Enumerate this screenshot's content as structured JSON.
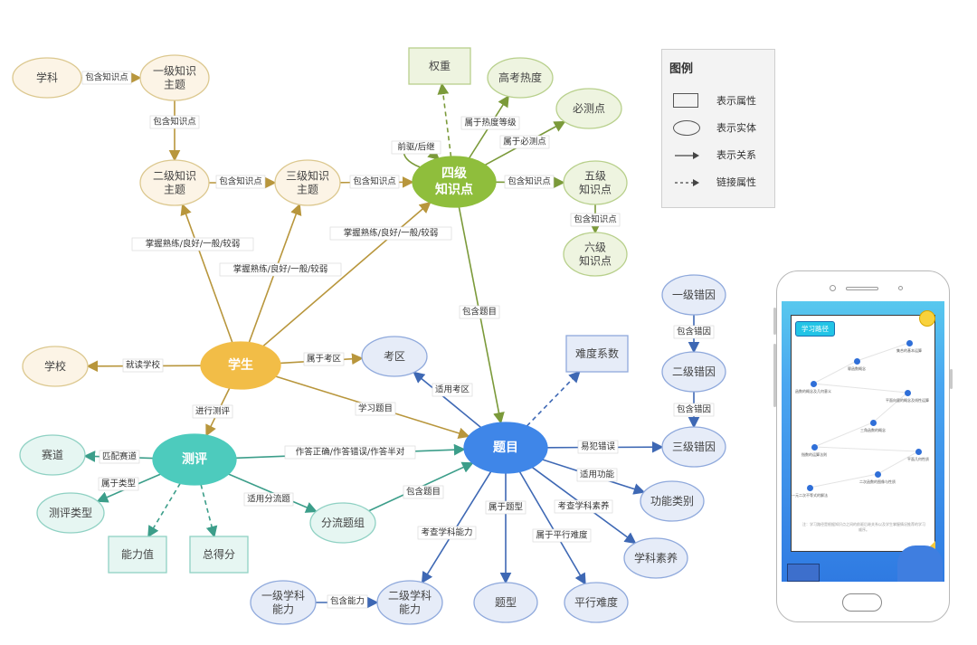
{
  "diagram": {
    "nodes": [
      {
        "id": "xueke",
        "label": [
          "学科"
        ],
        "shape": "ellipse",
        "group": "student-light"
      },
      {
        "id": "zt1",
        "label": [
          "一级知识",
          "主题"
        ],
        "shape": "ellipse",
        "group": "student-light"
      },
      {
        "id": "zt2",
        "label": [
          "二级知识",
          "主题"
        ],
        "shape": "ellipse",
        "group": "student-light"
      },
      {
        "id": "zt3",
        "label": [
          "三级知识",
          "主题"
        ],
        "shape": "ellipse",
        "group": "student-light"
      },
      {
        "id": "xuexiao",
        "label": [
          "学校"
        ],
        "shape": "ellipse",
        "group": "student-light"
      },
      {
        "id": "xuesheng",
        "label": [
          "学生"
        ],
        "shape": "ellipse",
        "group": "student-main"
      },
      {
        "id": "kp4",
        "label": [
          "四级",
          "知识点"
        ],
        "shape": "ellipse",
        "group": "kp-main"
      },
      {
        "id": "quanzhong",
        "label": [
          "权重"
        ],
        "shape": "rect",
        "group": "kp-light"
      },
      {
        "id": "gaokao",
        "label": [
          "高考热度"
        ],
        "shape": "ellipse",
        "group": "kp-light"
      },
      {
        "id": "bice",
        "label": [
          "必测点"
        ],
        "shape": "ellipse",
        "group": "kp-light"
      },
      {
        "id": "kp5",
        "label": [
          "五级",
          "知识点"
        ],
        "shape": "ellipse",
        "group": "kp-light"
      },
      {
        "id": "kp6",
        "label": [
          "六级",
          "知识点"
        ],
        "shape": "ellipse",
        "group": "kp-light"
      },
      {
        "id": "kaoqu",
        "label": [
          "考区"
        ],
        "shape": "ellipse",
        "group": "q-light"
      },
      {
        "id": "nandu",
        "label": [
          "难度系数"
        ],
        "shape": "rect",
        "group": "q-light"
      },
      {
        "id": "timu",
        "label": [
          "题目"
        ],
        "shape": "ellipse",
        "group": "q-main"
      },
      {
        "id": "cy1",
        "label": [
          "一级错因"
        ],
        "shape": "ellipse",
        "group": "q-light"
      },
      {
        "id": "cy2",
        "label": [
          "二级错因"
        ],
        "shape": "ellipse",
        "group": "q-light"
      },
      {
        "id": "cy3",
        "label": [
          "三级错因"
        ],
        "shape": "ellipse",
        "group": "q-light"
      },
      {
        "id": "gongneng",
        "label": [
          "功能类别"
        ],
        "shape": "ellipse",
        "group": "q-light"
      },
      {
        "id": "suyang",
        "label": [
          "学科素养"
        ],
        "shape": "ellipse",
        "group": "q-light"
      },
      {
        "id": "pingxing",
        "label": [
          "平行难度"
        ],
        "shape": "ellipse",
        "group": "q-light"
      },
      {
        "id": "tixing",
        "label": [
          "题型"
        ],
        "shape": "ellipse",
        "group": "q-light"
      },
      {
        "id": "nl2",
        "label": [
          "二级学科",
          "能力"
        ],
        "shape": "ellipse",
        "group": "q-light"
      },
      {
        "id": "nl1",
        "label": [
          "一级学科",
          "能力"
        ],
        "shape": "ellipse",
        "group": "q-light"
      },
      {
        "id": "ceping",
        "label": [
          "测评"
        ],
        "shape": "ellipse",
        "group": "eval-main"
      },
      {
        "id": "saidao",
        "label": [
          "赛道"
        ],
        "shape": "ellipse",
        "group": "eval-light"
      },
      {
        "id": "cplx",
        "label": [
          "测评类型"
        ],
        "shape": "ellipse",
        "group": "eval-light"
      },
      {
        "id": "nengli",
        "label": [
          "能力值"
        ],
        "shape": "rect",
        "group": "eval-light"
      },
      {
        "id": "zongdefen",
        "label": [
          "总得分"
        ],
        "shape": "rect",
        "group": "eval-light"
      },
      {
        "id": "fenliu",
        "label": [
          "分流题组"
        ],
        "shape": "ellipse",
        "group": "eval-light"
      }
    ],
    "edges": [
      {
        "from": "xueke",
        "to": "zt1",
        "label": "包含知识点",
        "style": "solid",
        "color": "student"
      },
      {
        "from": "zt1",
        "to": "zt2",
        "label": "包含知识点",
        "style": "solid",
        "color": "student"
      },
      {
        "from": "zt2",
        "to": "zt3",
        "label": "包含知识点",
        "style": "solid",
        "color": "student"
      },
      {
        "from": "zt3",
        "to": "kp4",
        "label": "包含知识点",
        "style": "solid",
        "color": "student"
      },
      {
        "from": "xuesheng",
        "to": "zt2",
        "label": "掌握熟练/良好/一般/较弱",
        "style": "solid",
        "color": "student"
      },
      {
        "from": "xuesheng",
        "to": "zt3",
        "label": "掌握熟练/良好/一般/较弱",
        "style": "solid",
        "color": "student"
      },
      {
        "from": "xuesheng",
        "to": "kp4",
        "label": "掌握熟练/良好/一般/较弱",
        "style": "solid",
        "color": "student"
      },
      {
        "from": "xuesheng",
        "to": "xuexiao",
        "label": "就读学校",
        "style": "solid",
        "color": "student"
      },
      {
        "from": "xuesheng",
        "to": "kaoqu",
        "label": "属于考区",
        "style": "solid",
        "color": "student"
      },
      {
        "from": "xuesheng",
        "to": "timu",
        "label": "学习题目",
        "style": "solid",
        "color": "student"
      },
      {
        "from": "xuesheng",
        "to": "ceping",
        "label": "进行测评",
        "style": "solid",
        "color": "student"
      },
      {
        "from": "kp4",
        "to": "kp4",
        "label": "前驱/后继",
        "style": "loop",
        "color": "kp"
      },
      {
        "from": "kp4",
        "to": "quanzhong",
        "label": "",
        "style": "dashed",
        "color": "kp"
      },
      {
        "from": "kp4",
        "to": "gaokao",
        "label": "属于热度等级",
        "style": "solid",
        "color": "kp"
      },
      {
        "from": "kp4",
        "to": "bice",
        "label": "属于必测点",
        "style": "solid",
        "color": "kp"
      },
      {
        "from": "kp4",
        "to": "kp5",
        "label": "包含知识点",
        "style": "solid",
        "color": "kp"
      },
      {
        "from": "kp5",
        "to": "kp6",
        "label": "包含知识点",
        "style": "solid",
        "color": "kp"
      },
      {
        "from": "kp4",
        "to": "timu",
        "label": "包含题目",
        "style": "solid",
        "color": "kp"
      },
      {
        "from": "timu",
        "to": "kaoqu",
        "label": "适用考区",
        "style": "solid",
        "color": "q"
      },
      {
        "from": "timu",
        "to": "nandu",
        "label": "",
        "style": "dashed",
        "color": "q"
      },
      {
        "from": "cy1",
        "to": "cy2",
        "label": "包含错因",
        "style": "solid",
        "color": "q"
      },
      {
        "from": "cy2",
        "to": "cy3",
        "label": "包含错因",
        "style": "solid",
        "color": "q"
      },
      {
        "from": "timu",
        "to": "cy3",
        "label": "易犯错误",
        "style": "solid",
        "color": "q"
      },
      {
        "from": "timu",
        "to": "gongneng",
        "label": "适用功能",
        "style": "solid",
        "color": "q"
      },
      {
        "from": "timu",
        "to": "suyang",
        "label": "考查学科素养",
        "style": "solid",
        "color": "q"
      },
      {
        "from": "timu",
        "to": "pingxing",
        "label": "属于平行难度",
        "style": "solid",
        "color": "q"
      },
      {
        "from": "timu",
        "to": "tixing",
        "label": "属于题型",
        "style": "solid",
        "color": "q"
      },
      {
        "from": "timu",
        "to": "nl2",
        "label": "考查学科能力",
        "style": "solid",
        "color": "q"
      },
      {
        "from": "nl1",
        "to": "nl2",
        "label": "包含能力",
        "style": "solid",
        "color": "q"
      },
      {
        "from": "ceping",
        "to": "timu",
        "label": "作答正确/作答错误/作答半对",
        "style": "solid",
        "color": "eval"
      },
      {
        "from": "ceping",
        "to": "saidao",
        "label": "匹配赛道",
        "style": "solid",
        "color": "eval"
      },
      {
        "from": "ceping",
        "to": "cplx",
        "label": "属于类型",
        "style": "solid",
        "color": "eval"
      },
      {
        "from": "ceping",
        "to": "nengli",
        "label": "",
        "style": "dashed",
        "color": "eval"
      },
      {
        "from": "ceping",
        "to": "zongdefen",
        "label": "",
        "style": "dashed",
        "color": "eval"
      },
      {
        "from": "ceping",
        "to": "fenliu",
        "label": "适用分流题",
        "style": "solid",
        "color": "eval"
      },
      {
        "from": "fenliu",
        "to": "timu",
        "label": "包含题目",
        "style": "solid",
        "color": "eval"
      }
    ],
    "colors": {
      "student": {
        "main_fill": "#f2bd47",
        "light_fill": "#fcf4e6",
        "stroke": "#dcc88f",
        "line": "#b8963c"
      },
      "kp": {
        "main_fill": "#8fbe3c",
        "light_fill": "#eef4e0",
        "stroke": "#b8d08c",
        "line": "#7b9a3a"
      },
      "q": {
        "main_fill": "#3f86e8",
        "light_fill": "#e6ecf8",
        "stroke": "#8fa9dc",
        "line": "#3e68b4"
      },
      "eval": {
        "main_fill": "#4dcbbd",
        "light_fill": "#e6f6f2",
        "stroke": "#8fd1c3",
        "line": "#3c9e8a"
      }
    }
  },
  "legend": {
    "title": "图例",
    "items": [
      {
        "symbol": "rect",
        "label": "表示属性"
      },
      {
        "symbol": "ellipse",
        "label": "表示实体"
      },
      {
        "symbol": "arrow-solid",
        "label": "表示关系"
      },
      {
        "symbol": "arrow-dashed",
        "label": "链接属性"
      }
    ]
  },
  "phone": {
    "tag": "学习路径",
    "points": [
      {
        "label": "集合的基本运算"
      },
      {
        "label": "幂函数概念"
      },
      {
        "label": "函数的概念及几何意义"
      },
      {
        "label": "平面向量的概念及线性运算"
      },
      {
        "label": "三角函数的概念"
      },
      {
        "label": "指数的运算法则"
      },
      {
        "label": "平面几何性质"
      },
      {
        "label": "二次函数的图像与性质"
      },
      {
        "label": "一元二次不等式的解法"
      }
    ],
    "note": "注：学习路径是根据知识点之间的前驱后继关系以及学生掌握情况推荐的学习顺序。"
  }
}
